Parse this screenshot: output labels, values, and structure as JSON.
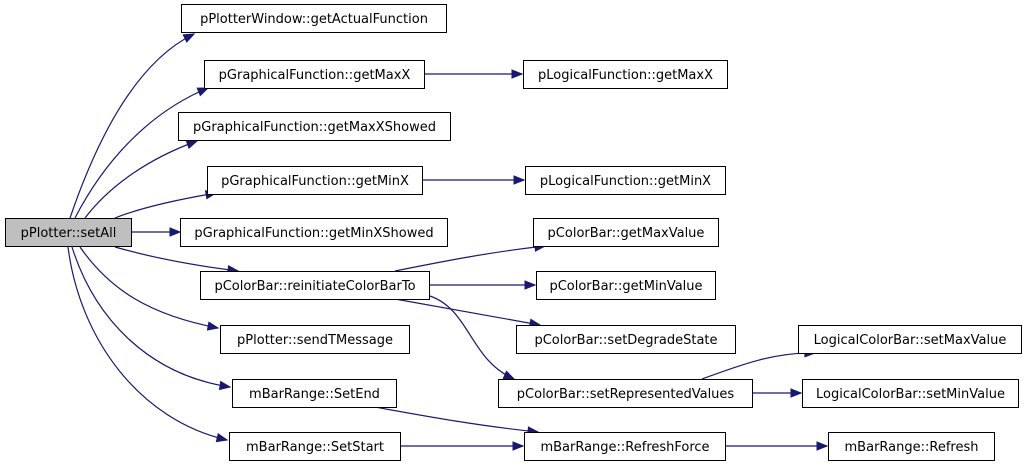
{
  "graph": {
    "type": "call-graph",
    "edge_color": "#191970",
    "root_fill": "#bfbfbf",
    "nodes": [
      {
        "id": "setAll",
        "label": "pPlotter::setAll",
        "root": true
      },
      {
        "id": "getActualFunction",
        "label": "pPlotterWindow::getActualFunction"
      },
      {
        "id": "gf_getMaxX",
        "label": "pGraphicalFunction::getMaxX"
      },
      {
        "id": "lf_getMaxX",
        "label": "pLogicalFunction::getMaxX"
      },
      {
        "id": "getMaxXShowed",
        "label": "pGraphicalFunction::getMaxXShowed"
      },
      {
        "id": "gf_getMinX",
        "label": "pGraphicalFunction::getMinX"
      },
      {
        "id": "lf_getMinX",
        "label": "pLogicalFunction::getMinX"
      },
      {
        "id": "getMinXShowed",
        "label": "pGraphicalFunction::getMinXShowed"
      },
      {
        "id": "reinitiateColorBarTo",
        "label": "pColorBar::reinitiateColorBarTo"
      },
      {
        "id": "getMaxValue",
        "label": "pColorBar::getMaxValue"
      },
      {
        "id": "getMinValue",
        "label": "pColorBar::getMinValue"
      },
      {
        "id": "setDegradeState",
        "label": "pColorBar::setDegradeState"
      },
      {
        "id": "setRepresentedValues",
        "label": "pColorBar::setRepresentedValues"
      },
      {
        "id": "lcb_setMaxValue",
        "label": "LogicalColorBar::setMaxValue"
      },
      {
        "id": "lcb_setMinValue",
        "label": "LogicalColorBar::setMinValue"
      },
      {
        "id": "sendTMessage",
        "label": "pPlotter::sendTMessage"
      },
      {
        "id": "SetEnd",
        "label": "mBarRange::SetEnd"
      },
      {
        "id": "SetStart",
        "label": "mBarRange::SetStart"
      },
      {
        "id": "RefreshForce",
        "label": "mBarRange::RefreshForce"
      },
      {
        "id": "Refresh",
        "label": "mBarRange::Refresh"
      }
    ],
    "edges": [
      {
        "from": "setAll",
        "to": "getActualFunction"
      },
      {
        "from": "setAll",
        "to": "gf_getMaxX"
      },
      {
        "from": "setAll",
        "to": "getMaxXShowed"
      },
      {
        "from": "setAll",
        "to": "gf_getMinX"
      },
      {
        "from": "setAll",
        "to": "getMinXShowed"
      },
      {
        "from": "setAll",
        "to": "reinitiateColorBarTo"
      },
      {
        "from": "setAll",
        "to": "sendTMessage"
      },
      {
        "from": "setAll",
        "to": "SetEnd"
      },
      {
        "from": "setAll",
        "to": "SetStart"
      },
      {
        "from": "gf_getMaxX",
        "to": "lf_getMaxX"
      },
      {
        "from": "gf_getMinX",
        "to": "lf_getMinX"
      },
      {
        "from": "reinitiateColorBarTo",
        "to": "getMaxValue"
      },
      {
        "from": "reinitiateColorBarTo",
        "to": "getMinValue"
      },
      {
        "from": "reinitiateColorBarTo",
        "to": "setDegradeState"
      },
      {
        "from": "reinitiateColorBarTo",
        "to": "setRepresentedValues"
      },
      {
        "from": "setRepresentedValues",
        "to": "lcb_setMaxValue"
      },
      {
        "from": "setRepresentedValues",
        "to": "lcb_setMinValue"
      },
      {
        "from": "SetEnd",
        "to": "RefreshForce"
      },
      {
        "from": "SetStart",
        "to": "RefreshForce"
      },
      {
        "from": "RefreshForce",
        "to": "Refresh"
      }
    ]
  }
}
